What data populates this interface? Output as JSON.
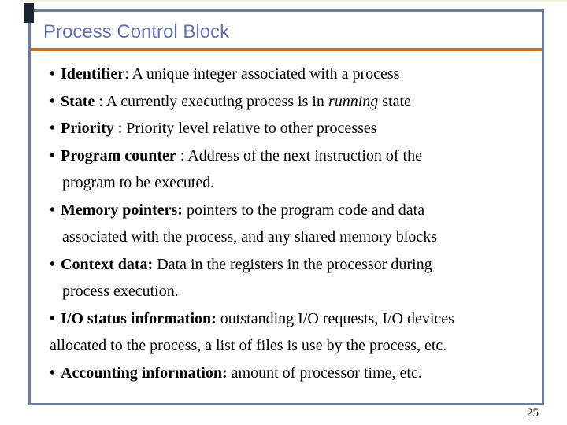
{
  "slide": {
    "title": "Process Control Block",
    "page_number": "25",
    "bullet_char": "•",
    "colors": {
      "title": "#6371ad",
      "border": "#6f7b99",
      "rule": "#c5702b",
      "corner_mark": "#1b2433"
    },
    "lines": [
      {
        "type": "bullet",
        "segments": [
          {
            "text": "Identifier",
            "bold": true
          },
          {
            "text": ": A unique integer associated with a process"
          }
        ]
      },
      {
        "type": "bullet",
        "segments": [
          {
            "text": "State",
            "bold": true
          },
          {
            "text": " : A currently executing process is in "
          },
          {
            "text": "running",
            "italic": true
          },
          {
            "text": " state"
          }
        ]
      },
      {
        "type": "bullet",
        "segments": [
          {
            "text": "Priority",
            "bold": true
          },
          {
            "text": " : Priority level relative to other processes"
          }
        ]
      },
      {
        "type": "bullet",
        "segments": [
          {
            "text": "Program counter",
            "bold": true
          },
          {
            "text": " : Address of the next instruction of the"
          }
        ]
      },
      {
        "type": "cont",
        "segments": [
          {
            "text": "program to be executed."
          }
        ]
      },
      {
        "type": "bullet",
        "segments": [
          {
            "text": "Memory pointers:",
            "bold": true
          },
          {
            "text": " pointers to the program code and data"
          }
        ]
      },
      {
        "type": "cont",
        "segments": [
          {
            "text": "associated with the process, and any shared memory blocks"
          }
        ]
      },
      {
        "type": "bullet",
        "segments": [
          {
            "text": "Context data:",
            "bold": true
          },
          {
            "text": " Data in the registers in the processor during"
          }
        ]
      },
      {
        "type": "cont",
        "segments": [
          {
            "text": "process execution."
          }
        ]
      },
      {
        "type": "bullet",
        "segments": [
          {
            "text": "I/O status information:",
            "bold": true
          },
          {
            "text": " outstanding I/O requests, I/O devices"
          }
        ]
      },
      {
        "type": "flush",
        "segments": [
          {
            "text": "allocated to the process, a list of files is use by the process, etc."
          }
        ]
      },
      {
        "type": "bullet",
        "segments": [
          {
            "text": "Accounting information:",
            "bold": true
          },
          {
            "text": " amount of processor time, etc."
          }
        ]
      }
    ]
  }
}
